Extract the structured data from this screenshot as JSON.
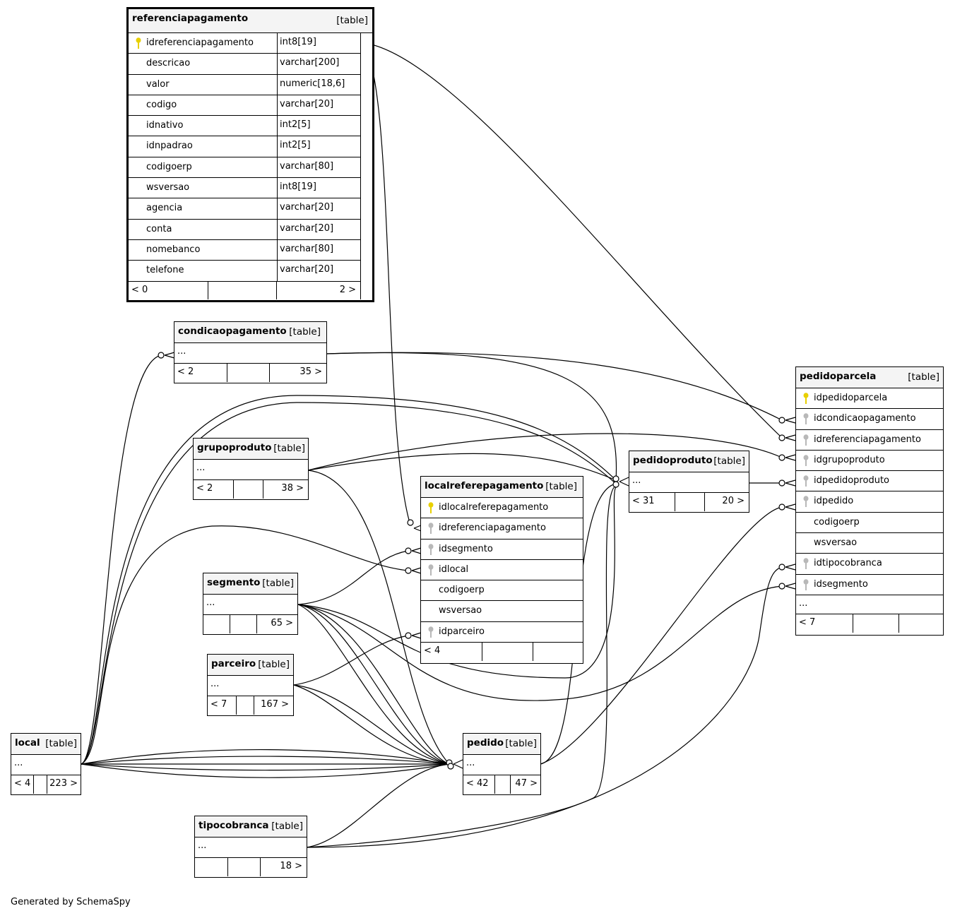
{
  "footer": "Generated by SchemaSpy",
  "type_label": "[table]",
  "ellipsis": "...",
  "tables": {
    "referenciapagamento": {
      "name": "referenciapagamento",
      "columns": [
        {
          "name": "idreferenciapagamento",
          "type": "int8[19]",
          "key": "pk"
        },
        {
          "name": "descricao",
          "type": "varchar[200]"
        },
        {
          "name": "valor",
          "type": "numeric[18,6]"
        },
        {
          "name": "codigo",
          "type": "varchar[20]"
        },
        {
          "name": "idnativo",
          "type": "int2[5]"
        },
        {
          "name": "idnpadrao",
          "type": "int2[5]"
        },
        {
          "name": "codigoerp",
          "type": "varchar[80]"
        },
        {
          "name": "wsversao",
          "type": "int8[19]"
        },
        {
          "name": "agencia",
          "type": "varchar[20]"
        },
        {
          "name": "conta",
          "type": "varchar[20]"
        },
        {
          "name": "nomebanco",
          "type": "varchar[80]"
        },
        {
          "name": "telefone",
          "type": "varchar[20]"
        }
      ],
      "footer": [
        "< 0",
        "",
        "2 >"
      ]
    },
    "condicaopagamento": {
      "name": "condicaopagamento",
      "footer": [
        "< 2",
        "",
        "35 >"
      ]
    },
    "grupoproduto": {
      "name": "grupoproduto",
      "footer": [
        "< 2",
        "",
        "38 >"
      ]
    },
    "localreferepagamento": {
      "name": "localreferepagamento",
      "columns": [
        {
          "name": "idlocalreferepagamento",
          "key": "pk"
        },
        {
          "name": "idreferenciapagamento",
          "key": "fk"
        },
        {
          "name": "idsegmento",
          "key": "fk"
        },
        {
          "name": "idlocal",
          "key": "fk"
        },
        {
          "name": "codigoerp"
        },
        {
          "name": "wsversao"
        },
        {
          "name": "idparceiro",
          "key": "fk"
        }
      ],
      "footer": [
        "< 4",
        "",
        ""
      ]
    },
    "segmento": {
      "name": "segmento",
      "footer": [
        "",
        "",
        "65 >"
      ]
    },
    "parceiro": {
      "name": "parceiro",
      "footer": [
        "< 7",
        "",
        "167 >"
      ]
    },
    "local": {
      "name": "local",
      "footer": [
        "< 4",
        "",
        "223 >"
      ]
    },
    "pedido": {
      "name": "pedido",
      "footer": [
        "< 42",
        "",
        "47 >"
      ]
    },
    "pedidoproduto": {
      "name": "pedidoproduto",
      "footer": [
        "< 31",
        "",
        "20 >"
      ]
    },
    "tipocobranca": {
      "name": "tipocobranca",
      "footer": [
        "",
        "",
        "18 >"
      ]
    },
    "pedidoparcela": {
      "name": "pedidoparcela",
      "columns": [
        {
          "name": "idpedidoparcela",
          "key": "pk"
        },
        {
          "name": "idcondicaopagamento",
          "key": "fk"
        },
        {
          "name": "idreferenciapagamento",
          "key": "fk"
        },
        {
          "name": "idgrupoproduto",
          "key": "fk"
        },
        {
          "name": "idpedidoproduto",
          "key": "fk"
        },
        {
          "name": "idpedido",
          "key": "fk"
        },
        {
          "name": "codigoerp"
        },
        {
          "name": "wsversao"
        },
        {
          "name": "idtipocobranca",
          "key": "fk"
        },
        {
          "name": "idsegmento",
          "key": "fk"
        }
      ],
      "footer": [
        "< 7",
        "",
        ""
      ]
    }
  }
}
